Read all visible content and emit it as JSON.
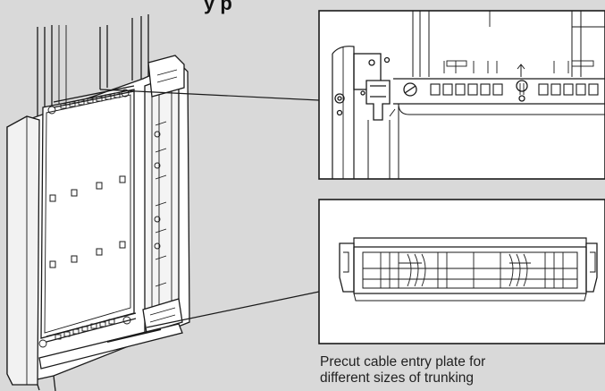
{
  "title_fragment": "y p",
  "caption": {
    "line1": "Precut cable entry plate for",
    "line2": "different sizes of trunking"
  },
  "colors": {
    "background": "#d9d9d9",
    "panel": "#ffffff",
    "line": "#1a1a1a"
  }
}
